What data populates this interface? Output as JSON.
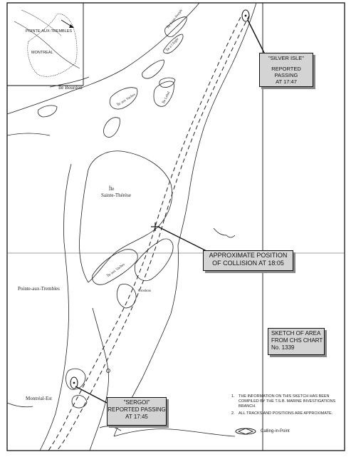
{
  "inset": {
    "labels": [
      "POINTE-AUX-TREMBLES",
      "MONTREAL"
    ]
  },
  "places": {
    "ile_bourdon": "Île Bourdon",
    "ile_sainte_therese": [
      "Île",
      "Sainte-Thérèse"
    ],
    "pointe_aux_trembles": "Pointe-aux-Trembles",
    "montreal_est": "Montréal-Est",
    "islands": [
      "Île Saint-Joseph",
      "Île à l'Aigle",
      "Île aux Vaches",
      "Île Lebel",
      "Île aux Vaches",
      "Grosbois"
    ]
  },
  "callouts": {
    "silver_isle": {
      "lines": [
        "\"SILVER ISLE\"",
        "REPORTED PASSING",
        "AT 17:47"
      ]
    },
    "collision": {
      "lines": [
        "APPROXIMATE POSITION",
        "OF COLLISION AT 18:05"
      ]
    },
    "sergoi": {
      "lines": [
        "\"SERGOI\"",
        "REPORTED PASSING",
        "AT 17:45"
      ]
    },
    "sketch": {
      "lines": [
        "SKETCH OF AREA",
        "FROM CHS CHART",
        "No. 1339"
      ]
    }
  },
  "notes": [
    {
      "num": "1.",
      "text": "THE INFORMATION ON THIS SKETCH HAS BEEN COMPILED BY THE T.S.B. MARINE INVESTIGATIONS BRANCH."
    },
    {
      "num": "2.",
      "text": "ALL TRACKS AND POSITIONS ARE APPROXIMATE."
    }
  ],
  "legend": {
    "label": "Calling-in-Point"
  },
  "colors": {
    "ink": "#111111",
    "box_fill": "#d4d4d4",
    "shadow": "#888888"
  }
}
